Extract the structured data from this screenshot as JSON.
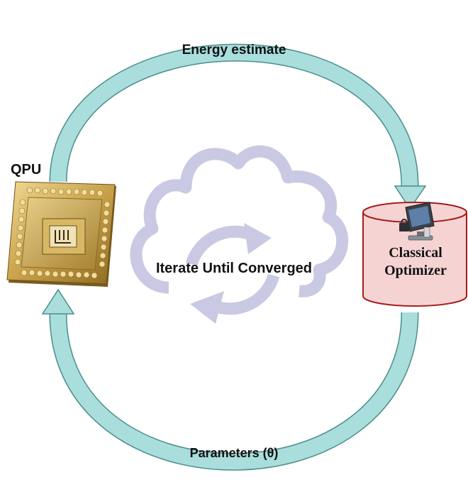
{
  "diagram": {
    "top_arrow_label": "Energy estimate",
    "bottom_arrow_label": "Parameters (θ)",
    "qpu_label": "QPU",
    "center_label": "Iterate Until Converged",
    "optimizer_label_line1": "Classical",
    "optimizer_label_line2": "Optimizer"
  },
  "colors": {
    "arrow_fill": "#a9dedd",
    "arrow_stroke": "#4a8e8a",
    "cloud": "#c9c9e3",
    "cylinder_fill": "#f6d3d3",
    "cylinder_stroke": "#a51c1c",
    "chip_gold": "#c9a24a"
  },
  "icons": {
    "chip": "qpu-chip-icon",
    "computer": "computer-lock-icon",
    "cloud": "cloud-icon",
    "cycle": "cycle-arrows-icon"
  }
}
